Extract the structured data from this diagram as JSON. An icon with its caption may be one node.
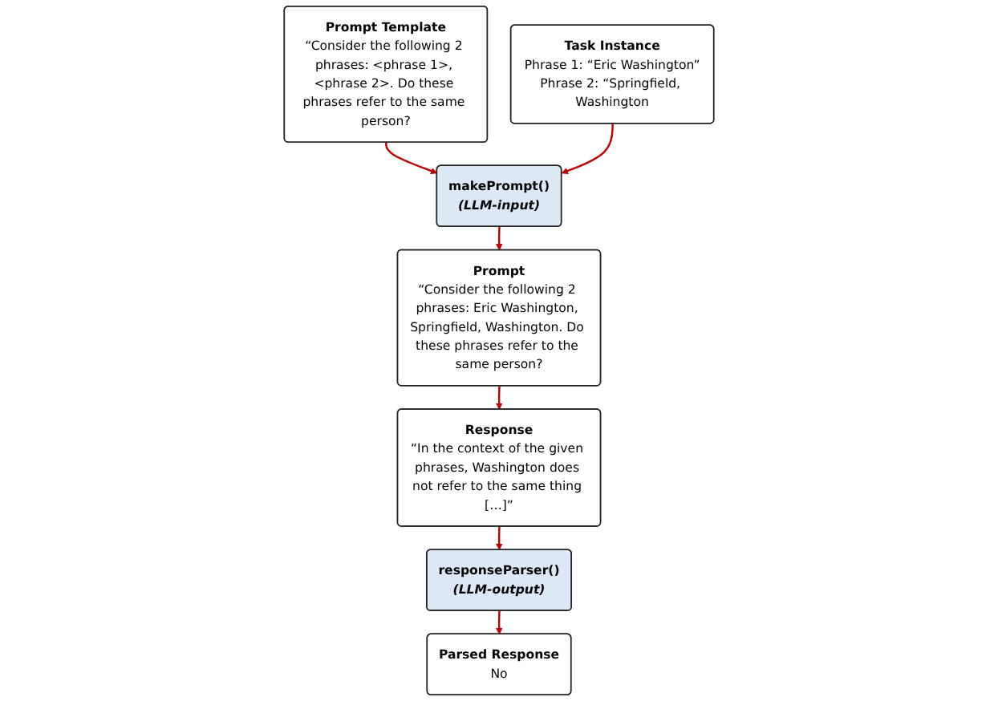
{
  "diagram": {
    "nodes": [
      {
        "text": [
          "Prompt Template",
          "“Consider the following 2 phrases: <phrase 1>, <phrase 2>. Do these phrases refer to the same person?"
        ]
      },
      {
        "text": [
          "makePrompt()",
          "(LLM-input)"
        ]
      },
      {
        "text": [
          "Task Instance",
          "Phrase 1: “Eric Washington”",
          "Phrase 2: “Springfield, Washington"
        ]
      },
      {
        "text": [
          "Prompt",
          "“Consider the following 2 phrases: Eric Washington, Springfield, Washington. Do these phrases refer to the same person?"
        ]
      },
      {
        "text": [
          "Response",
          "“In the context of the given phrases, Washington does not refer to the same thing […]”"
        ]
      },
      {
        "text": [
          "responseParser()",
          "(LLM-output)"
        ]
      },
      {
        "text": [
          "Parsed Response",
          "No"
        ]
      }
    ],
    "edges": [
      {
        "from": 0,
        "to": 1,
        "arrow": "to"
      },
      {
        "from": 2,
        "to": 1,
        "arrow": "to"
      },
      {
        "from": 1,
        "to": 3,
        "arrow": "to"
      },
      {
        "from": 3,
        "to": 4,
        "arrow": "to"
      },
      {
        "from": 4,
        "to": 5,
        "arrow": "to"
      },
      {
        "from": 5,
        "to": 6,
        "arrow": "to"
      }
    ]
  }
}
